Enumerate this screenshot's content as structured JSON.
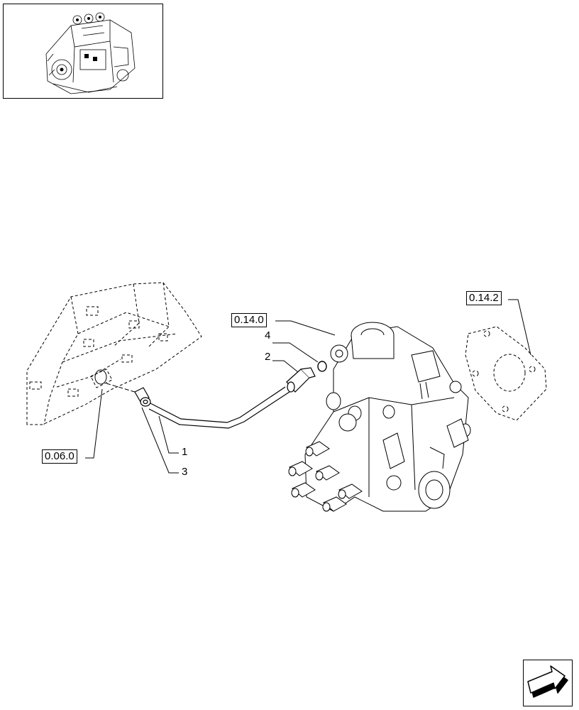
{
  "thumbnail": {
    "icon": "engine-thumbnail-icon"
  },
  "references": {
    "ref_0_14_0": "0.14.0",
    "ref_0_14_2": "0.14.2",
    "ref_0_06_0": "0.06.0"
  },
  "callouts": {
    "item_1": "1",
    "item_2": "2",
    "item_3": "3",
    "item_4": "4"
  },
  "navigation": {
    "icon": "next-page-arrow-icon"
  }
}
